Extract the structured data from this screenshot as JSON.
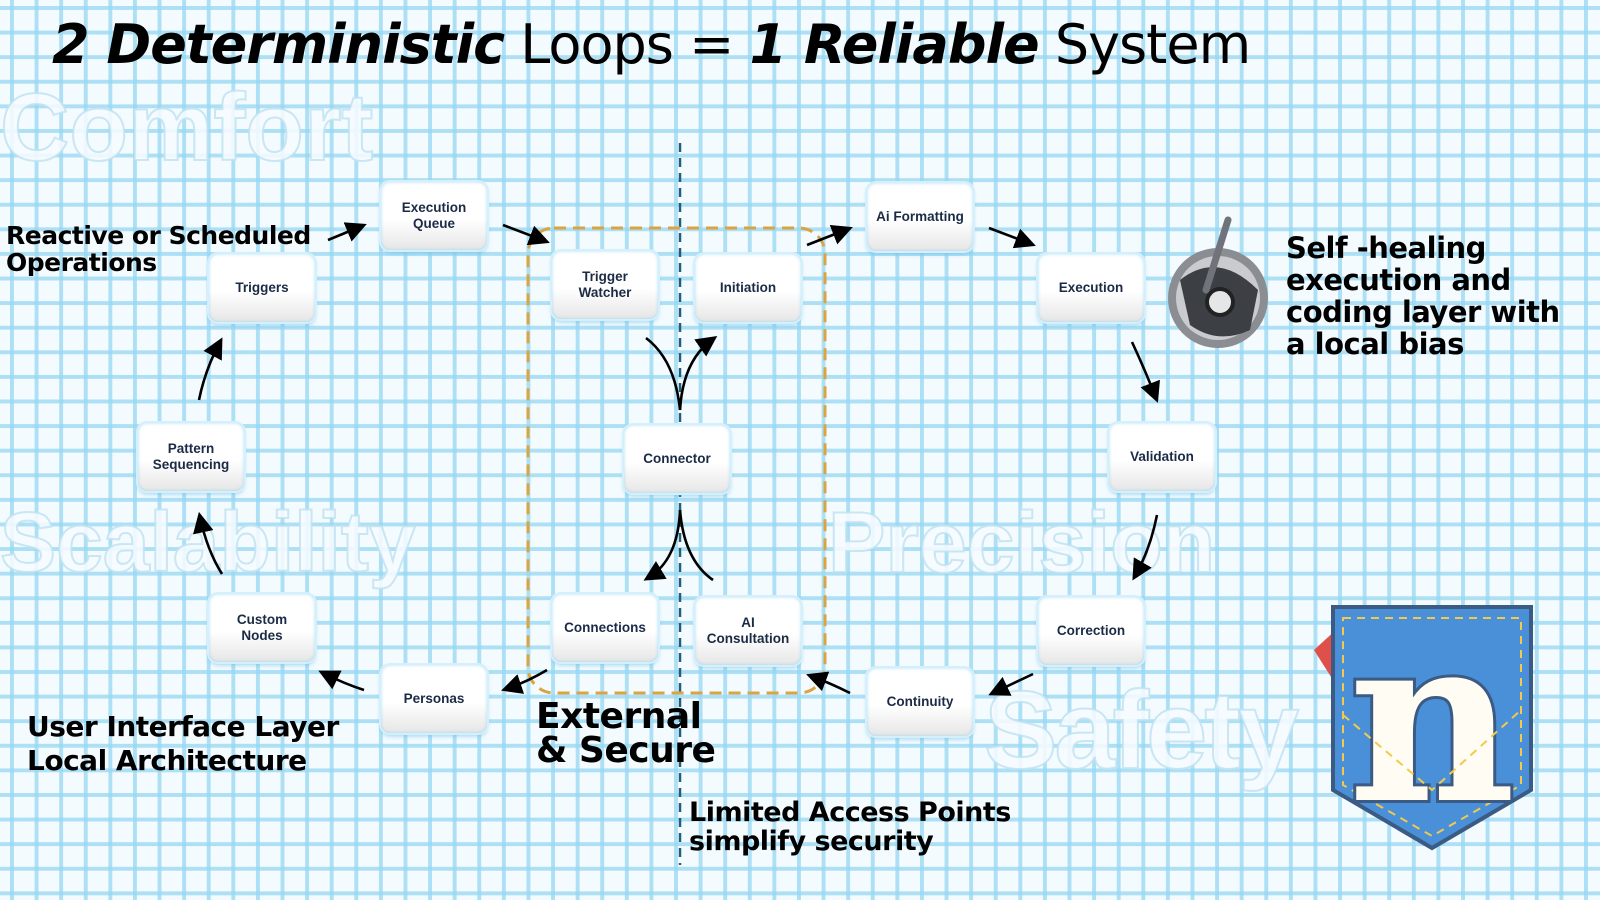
{
  "title": {
    "part1": "2 Deterministic",
    "part2": "Loops =",
    "part3": "1 Reliable",
    "part4": "System"
  },
  "watermarks": {
    "comfort": "Comfort",
    "precision": "Precision",
    "scalability": "Scalability",
    "safety": "Safety"
  },
  "nodes": {
    "execution_queue": "Execution\nQueue",
    "triggers": "Triggers",
    "pattern_sequencing": "Pattern\nSequencing",
    "custom_nodes": "Custom\nNodes",
    "personas": "Personas",
    "trigger_watcher": "Trigger\nWatcher",
    "initiation": "Initiation",
    "connector": "Connector",
    "connections": "Connections",
    "ai_consultation": "AI\nConsultation",
    "ai_formatting": "Ai Formatting",
    "execution": "Execution",
    "validation": "Validation",
    "correction": "Correction",
    "continuity": "Continuity"
  },
  "labels": {
    "reactive": "Reactive or Scheduled\nOperations",
    "ui_layer": "User Interface Layer\nLocal Architecture",
    "external": "External\n& Secure",
    "limited": "Limited Access Points\nsimplify security",
    "self_healing": "Self -healing\nexecution and\ncoding layer with\na local bias"
  },
  "colors": {
    "boundary": "#d9a441",
    "divider": "#1f5f7a",
    "logo_blue": "#4a90d9",
    "logo_stitch": "#f2c94c",
    "logo_tab": "#e0504a"
  },
  "logo": {
    "letter": "n"
  },
  "icons": {
    "bobbin": "bobbin-case-icon"
  }
}
